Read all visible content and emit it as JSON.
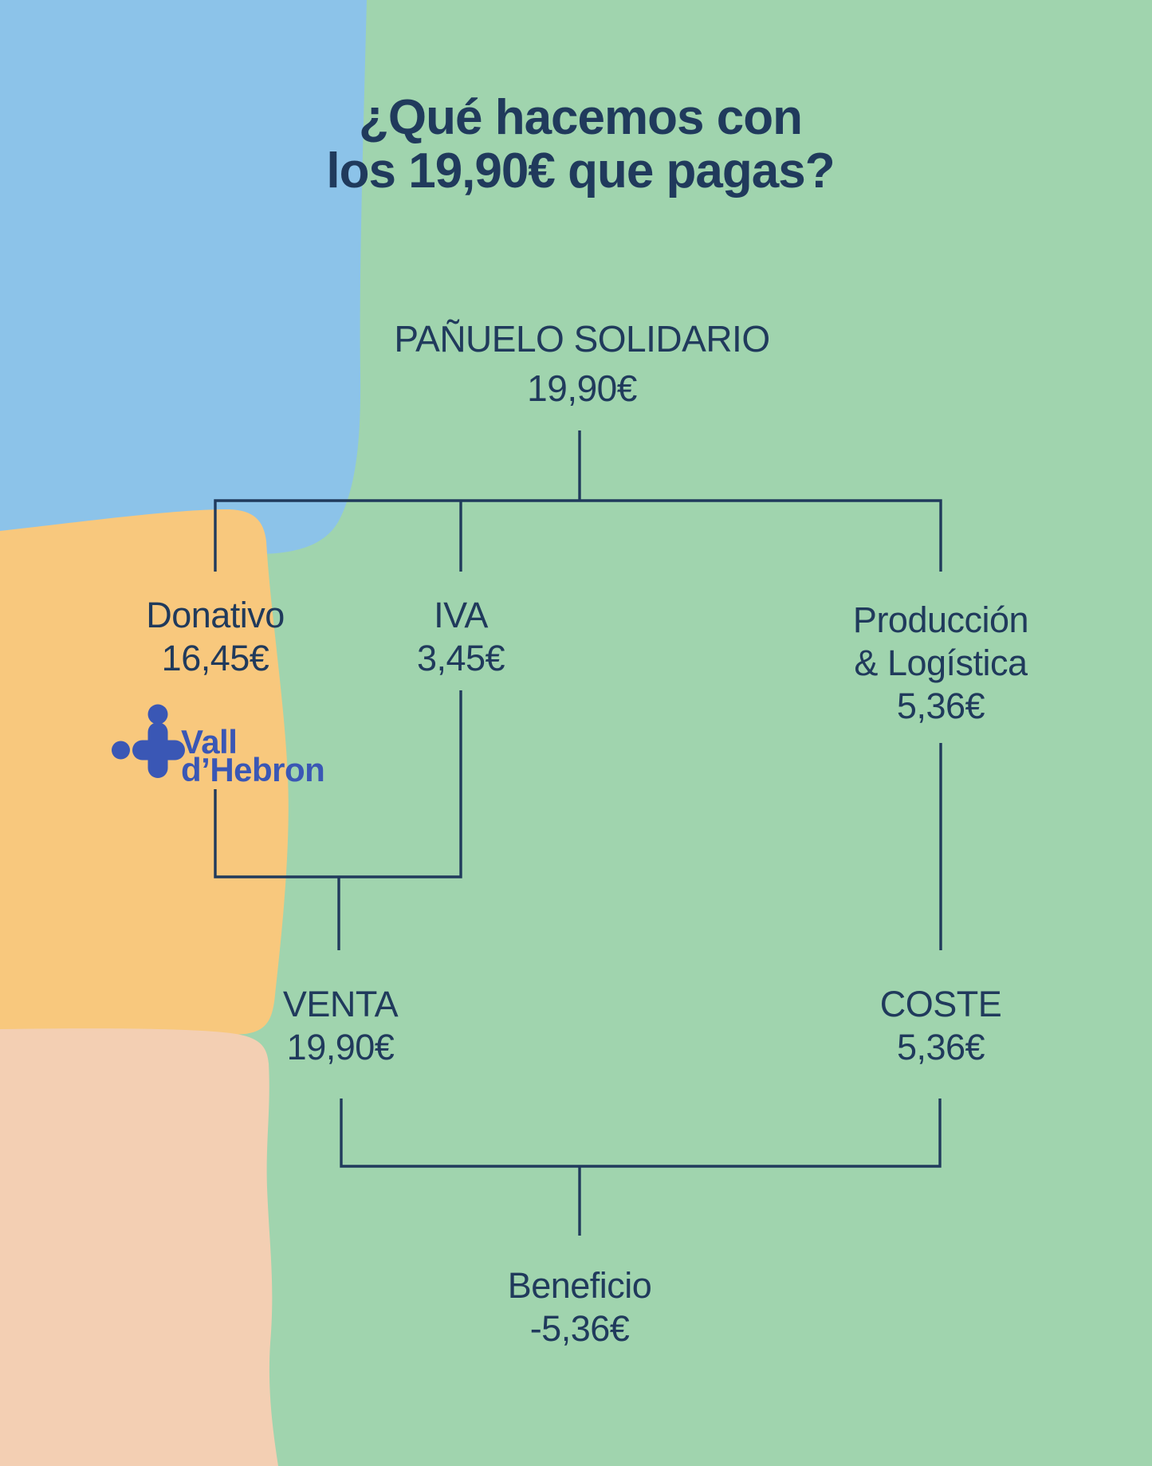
{
  "title": {
    "line1": "¿Qué hacemos con",
    "line2": "los 19,90€ que pagas?"
  },
  "tree": {
    "root": {
      "label": "PAÑUELO SOLIDARIO",
      "value": "19,90€"
    },
    "branches": {
      "donativo": {
        "label": "Donativo",
        "value": "16,45€"
      },
      "iva": {
        "label": "IVA",
        "value": "3,45€"
      },
      "produccion": {
        "label_line1": "Producción",
        "label_line2": "& Logística",
        "value": "5,36€"
      },
      "venta": {
        "label": "VENTA",
        "value": "19,90€"
      },
      "coste": {
        "label": "COSTE",
        "value": "5,36€"
      },
      "beneficio": {
        "label": "Beneficio",
        "value": "-5,36€"
      }
    }
  },
  "logo": {
    "name_line1": "Vall",
    "name_line2": "d’Hebron"
  },
  "colors": {
    "background_green": "#a0d4ae",
    "blob_blue": "#8cc3e9",
    "blob_orange": "#f8c87d",
    "blob_peach": "#f3cfb3",
    "text_navy": "#203a5c",
    "logo_blue": "#3a57b5"
  }
}
